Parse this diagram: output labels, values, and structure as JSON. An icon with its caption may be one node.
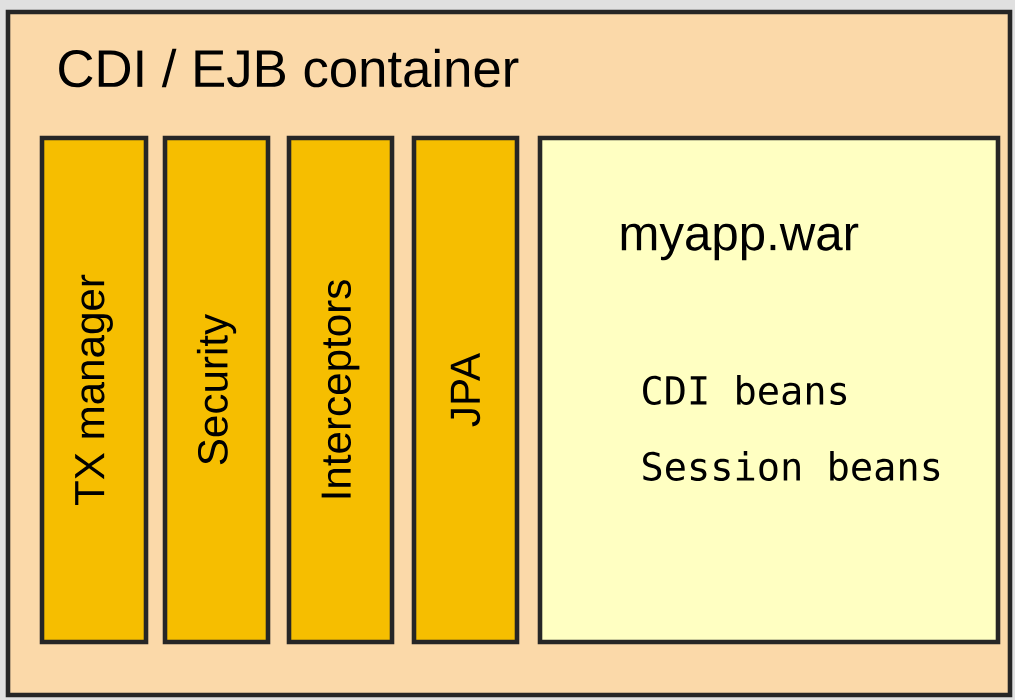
{
  "diagram": {
    "nodes": [
      {
        "text": [
          "CDI / EJB container"
        ]
      },
      {
        "text": [
          "TX manager"
        ],
        "in": 0
      },
      {
        "text": [
          "Security"
        ],
        "in": 0
      },
      {
        "text": [
          "Interceptors"
        ],
        "in": 0
      },
      {
        "text": [
          "JPA"
        ],
        "in": 0
      },
      {
        "text": [
          "myapp.war",
          "CDI beans",
          "Session beans"
        ],
        "in": 0
      }
    ]
  }
}
